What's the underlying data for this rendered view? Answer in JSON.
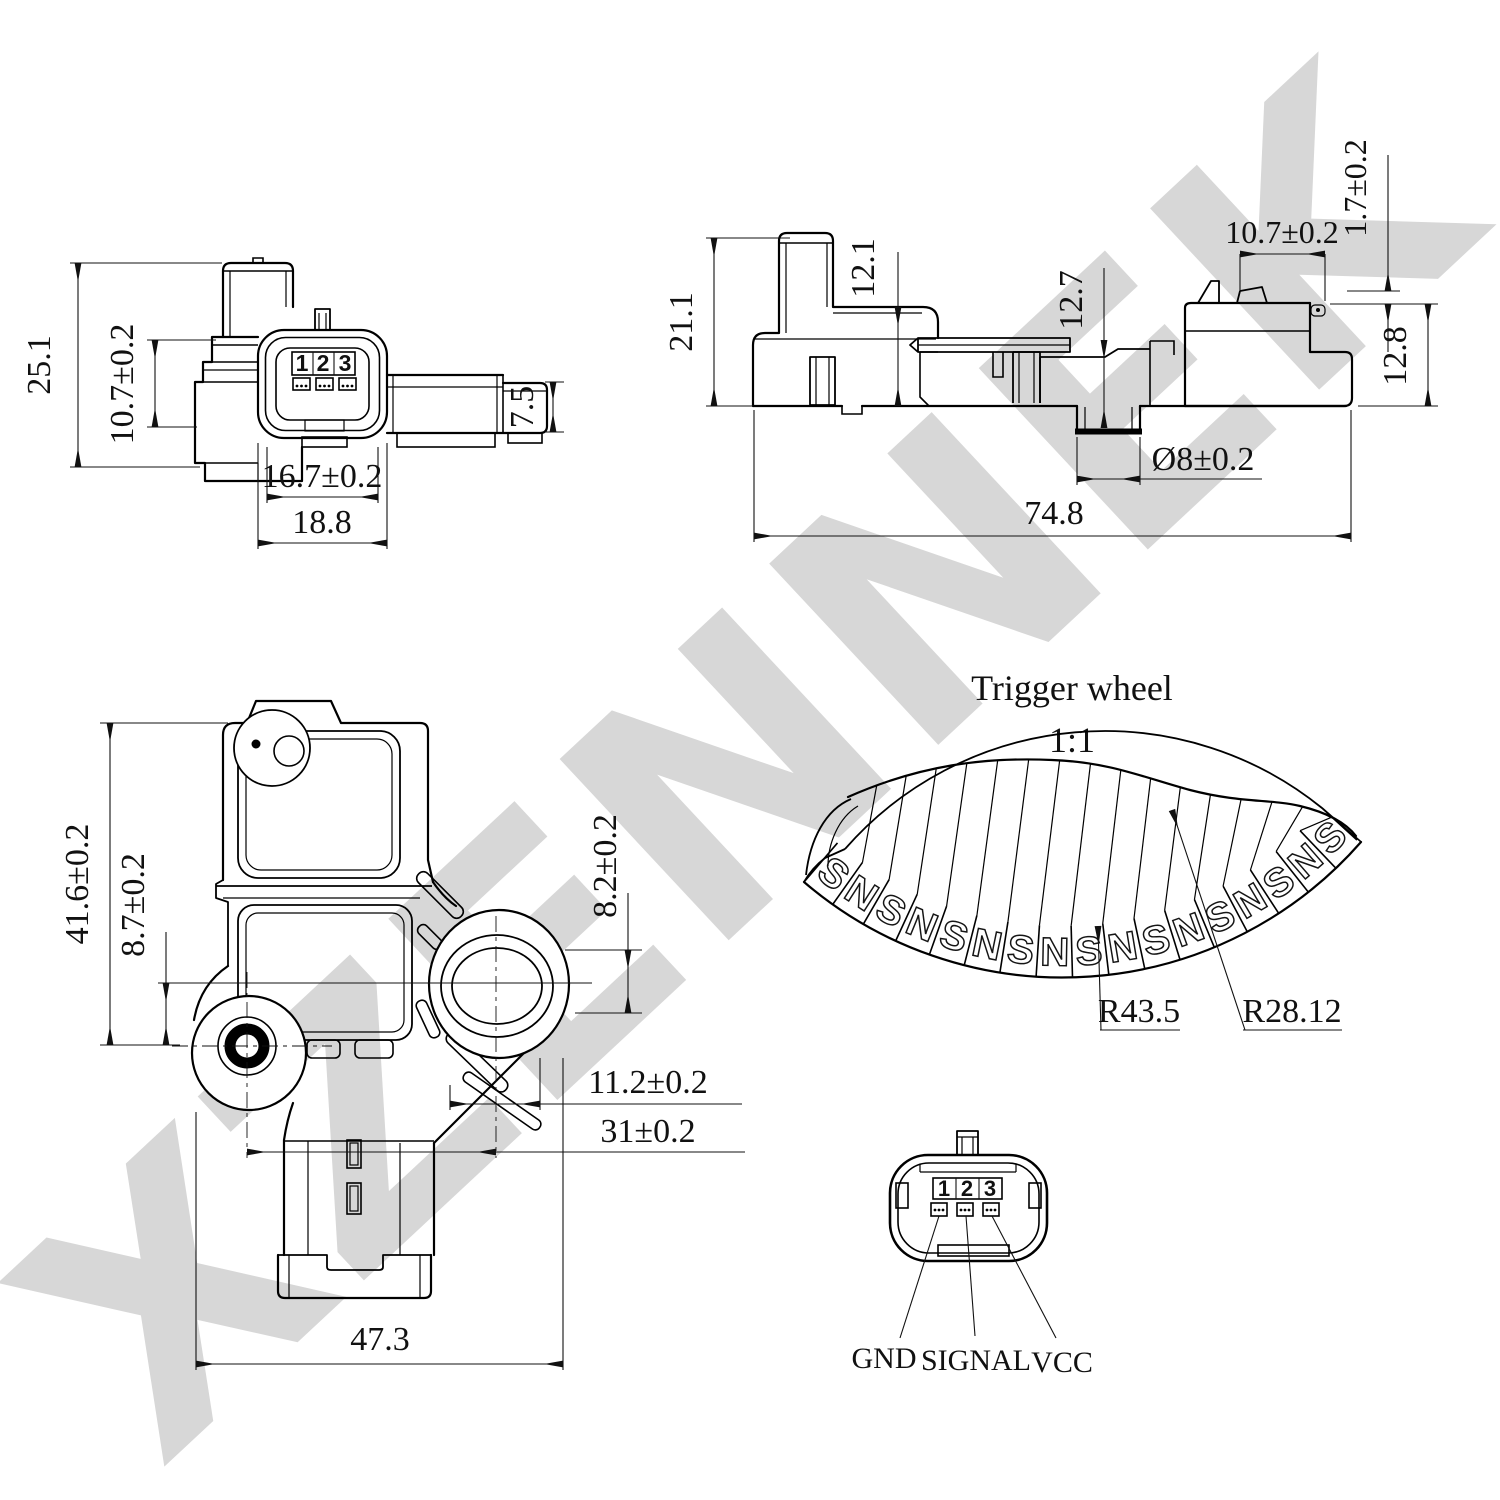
{
  "drawing": {
    "watermark_text": "XZENNEK",
    "side_view": {
      "pins": [
        "1",
        "2",
        "3"
      ],
      "dim_total_height": "25.1",
      "dim_step_height": "10.7±0.2",
      "dim_inner_width": "16.7±0.2",
      "dim_outer_width": "18.8",
      "dim_arm_height": "7.5"
    },
    "top_view": {
      "dim_height": "21.1",
      "dim_body_height": "12.1",
      "dim_boss_depth": "12.7",
      "dim_tab_width": "10.7±0.2",
      "dim_lip": "1.7±0.2",
      "dim_right_height": "12.8",
      "dim_stub_diameter": "Ø8±0.2",
      "dim_total_length": "74.8"
    },
    "front_view": {
      "dim_total_height": "41.6±0.2",
      "dim_hole_offset": "8.7±0.2",
      "dim_boss_offset": "8.2±0.2",
      "dim_rib": "11.2±0.2",
      "dim_centers": "31±0.2",
      "dim_total_width": "47.3"
    },
    "trigger_wheel": {
      "title": "Trigger wheel",
      "scale": "1:1",
      "poles": [
        "S",
        "N",
        "S",
        "N",
        "S",
        "N",
        "S",
        "N",
        "S",
        "N",
        "S",
        "N",
        "S",
        "N",
        "S",
        "N",
        "S"
      ],
      "dim_outer_radius": "R43.5",
      "dim_inner_radius": "R28.12"
    },
    "connector": {
      "pins": [
        "1",
        "2",
        "3"
      ],
      "terminal_labels": [
        "GND",
        "SIGNAL",
        "VCC"
      ]
    }
  }
}
